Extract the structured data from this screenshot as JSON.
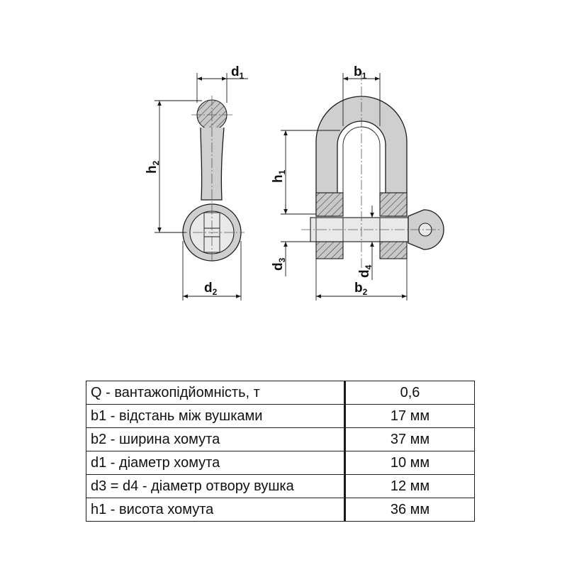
{
  "dimensions": {
    "side_view": {
      "d1": {
        "main": "d",
        "sub": "1"
      },
      "h2": {
        "main": "h",
        "sub": "2"
      },
      "d2": {
        "main": "d",
        "sub": "2"
      }
    },
    "front_view": {
      "b1": {
        "main": "b",
        "sub": "1"
      },
      "h1": {
        "main": "h",
        "sub": "1"
      },
      "d3": {
        "main": "d",
        "sub": "3"
      },
      "d4": {
        "main": "d",
        "sub": "4"
      },
      "b2": {
        "main": "b",
        "sub": "2"
      }
    }
  },
  "specs": [
    {
      "param": "Q - вантажопідйомність, т",
      "value": "0,6"
    },
    {
      "param": "b1 - відстань між вушками",
      "value": "17 мм"
    },
    {
      "param": "b2 - ширина хомута",
      "value": "37 мм"
    },
    {
      "param": "d1 - діаметр хомута",
      "value": "10 мм"
    },
    {
      "param": "d3 = d4 - діаметр отвору вушка",
      "value": "12 мм"
    },
    {
      "param": "h1 - висота хомута",
      "value": "36 мм"
    }
  ]
}
